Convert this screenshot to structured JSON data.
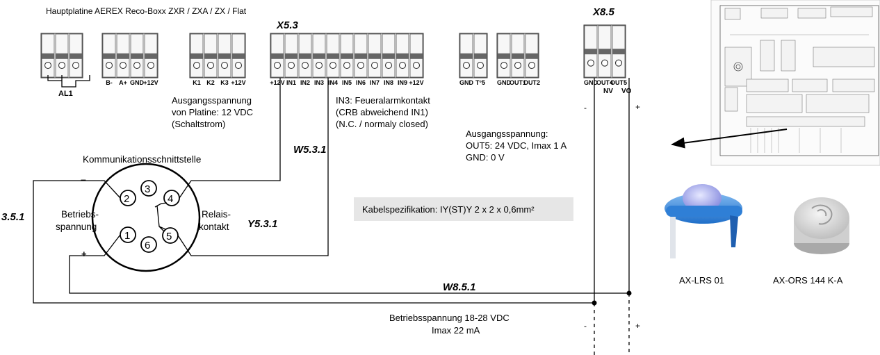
{
  "header": {
    "board_title": "Hauptplatine AEREX Reco-Boxx  ZXR / ZXA / ZX / Flat"
  },
  "connectors": {
    "x53_label": "X5.3",
    "x85_label": "X8.5",
    "al1_label": "AL1",
    "group_b": [
      "B-",
      "A+",
      "GND",
      "+12V"
    ],
    "group_k": [
      "K1",
      "K2",
      "K3",
      "+12V"
    ],
    "group_x53": [
      "+12V",
      "IN1",
      "IN2",
      "IN3",
      "IN4",
      "IN5",
      "IN6",
      "IN7",
      "IN8",
      "IN9",
      "+12V"
    ],
    "group_gnd_t": [
      "GND",
      "T°5"
    ],
    "group_out": [
      "GND",
      "OUT1",
      "OUT2"
    ],
    "group_x85": [
      "GND",
      "OUT4",
      "OUT5"
    ],
    "x85_sub": [
      "NV",
      "VO"
    ]
  },
  "notes": {
    "ausgang_1": "Ausgangsspannung",
    "ausgang_2": "von Platine: 12 VDC",
    "ausgang_3": "(Schaltstrom)",
    "in3_1": "IN3: Feueralarmkontakt",
    "in3_2": "(CRB abweichend IN1)",
    "in3_3": "(N.C. / normaly closed)",
    "out5_1": "Ausgangsspannung:",
    "out5_2": "OUT5: 24 VDC, Imax 1 A",
    "out5_3": "GND: 0 V",
    "kabel": "Kabelspezifikation: IY(ST)Y 2 x 2 x 0,6mm²",
    "betrieb_1": "Betriebsspannung 18-28 VDC",
    "betrieb_2": "Imax 22 mA"
  },
  "wires": {
    "w531": "W5.3.1",
    "y531": "Y5.3.1",
    "w851": "W8.5.1",
    "left_cut": "3.5.1"
  },
  "sensor": {
    "title": "Kommunikationsschnittstelle",
    "betriebs_1": "Betriebs-",
    "betriebs_2": "spannung",
    "relais_1": "Relais-",
    "relais_2": "kontakt",
    "pins": [
      "1",
      "2",
      "3",
      "4",
      "5",
      "6"
    ],
    "minus": "–",
    "plus": "+"
  },
  "polarity": {
    "minus": "-",
    "plus": "+"
  },
  "devices": {
    "lrs": "AX-LRS 01",
    "ors": "AX-ORS 144 K-A"
  }
}
